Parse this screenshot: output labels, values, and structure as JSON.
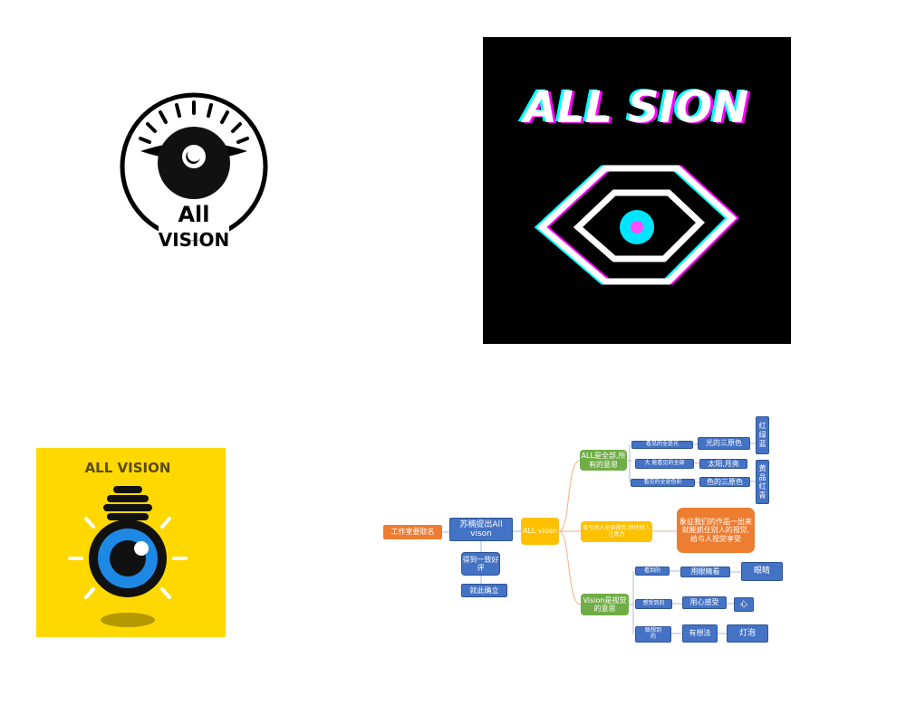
{
  "logos": {
    "logo1": {
      "line1": "All",
      "line2": "VISION"
    },
    "logo2": {
      "title": "ALL SION"
    },
    "logo3": {
      "title": "ALL VISION"
    }
  },
  "mindmap": {
    "root": "工作室要取名",
    "proposal": "苏楠提出All vison",
    "approval": "得到一致好评",
    "established": "就此确立",
    "center": "ALL viosn",
    "branch_all": "ALL是全部,所有的意思",
    "all_children": [
      {
        "label": "看见的全是光",
        "next": "光的三原色"
      },
      {
        "label": "大 能看见的全部",
        "next": "太阳,月亮"
      },
      {
        "label": "看见的全是色彩",
        "next": "色的三原色"
      }
    ],
    "rgb": "红绿蓝",
    "cmy": "黄品红青",
    "branch_attract": "吸引别人全部视觉,抓住别人注意力",
    "symbol": "象征我们的作品一出来就能抓住别人的视觉,给与人视觉享受",
    "branch_vision": "Vision是视觉的意思",
    "vision_children": [
      {
        "label": "看到的",
        "next": "用眼睛看",
        "end": "眼睛"
      },
      {
        "label": "感受到的",
        "next": "用心感受",
        "end": "心"
      },
      {
        "label": "联想到的",
        "next": "有想法",
        "end": "灯泡"
      }
    ]
  }
}
